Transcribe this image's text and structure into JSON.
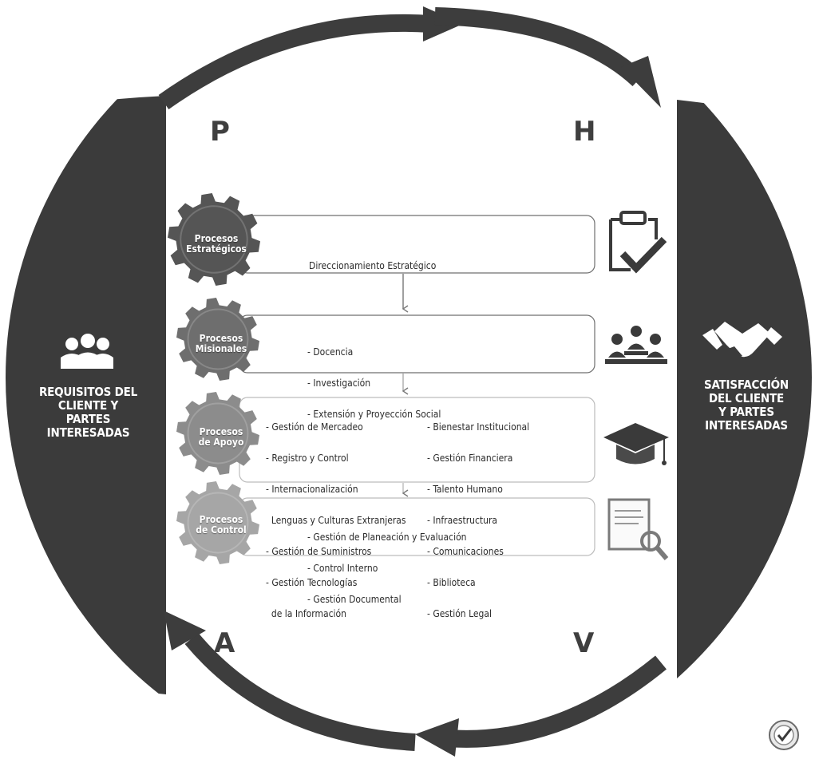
{
  "pdca": {
    "p": "P",
    "h": "H",
    "a": "A",
    "v": "V"
  },
  "left_panel": {
    "lines": [
      "REQUISITOS DEL",
      "CLIENTE Y",
      "PARTES",
      "INTERESADAS"
    ]
  },
  "right_panel": {
    "lines": [
      "SATISFACCIÓN",
      "DEL CLIENTE",
      "Y PARTES",
      "INTERESADAS"
    ]
  },
  "processes": [
    {
      "gear": [
        "Procesos",
        "Estratégicos"
      ],
      "items": [
        "Direccionamiento Estratégico"
      ],
      "icon": "clipboard-check-icon"
    },
    {
      "gear": [
        "Procesos",
        "Misionales"
      ],
      "items": [
        "- Docencia",
        "- Investigación",
        "- Extensión y Proyección Social"
      ],
      "icon": "group-meeting-icon"
    },
    {
      "gear": [
        "Procesos",
        "de Apoyo"
      ],
      "items_left": [
        "- Gestión de Mercadeo",
        "- Registro y Control",
        "- Internacionalización",
        "  Lenguas y Culturas Extranjeras",
        "- Gestión de Suministros",
        "- Gestión Tecnologías",
        "  de la Información"
      ],
      "items_right": [
        "- Bienestar Institucional",
        "- Gestión Financiera",
        "- Talento Humano",
        "- Infraestructura",
        "- Comunicaciones",
        "- Biblioteca",
        "- Gestión Legal"
      ],
      "icon": "graduation-cap-icon"
    },
    {
      "gear": [
        "Procesos",
        "de Control"
      ],
      "items": [
        "- Gestión de Planeación y Evaluación",
        "- Control Interno",
        "- Gestión Documental"
      ],
      "icon": "document-search-icon"
    }
  ],
  "colors": {
    "panel": "#3b3b3b",
    "gear_dark": "#555555",
    "gear_mid": "#6e6e6e",
    "gear_light": "#8c8c8c",
    "gear_lighter": "#a6a6a6",
    "arrow": "#3d3d3d"
  }
}
